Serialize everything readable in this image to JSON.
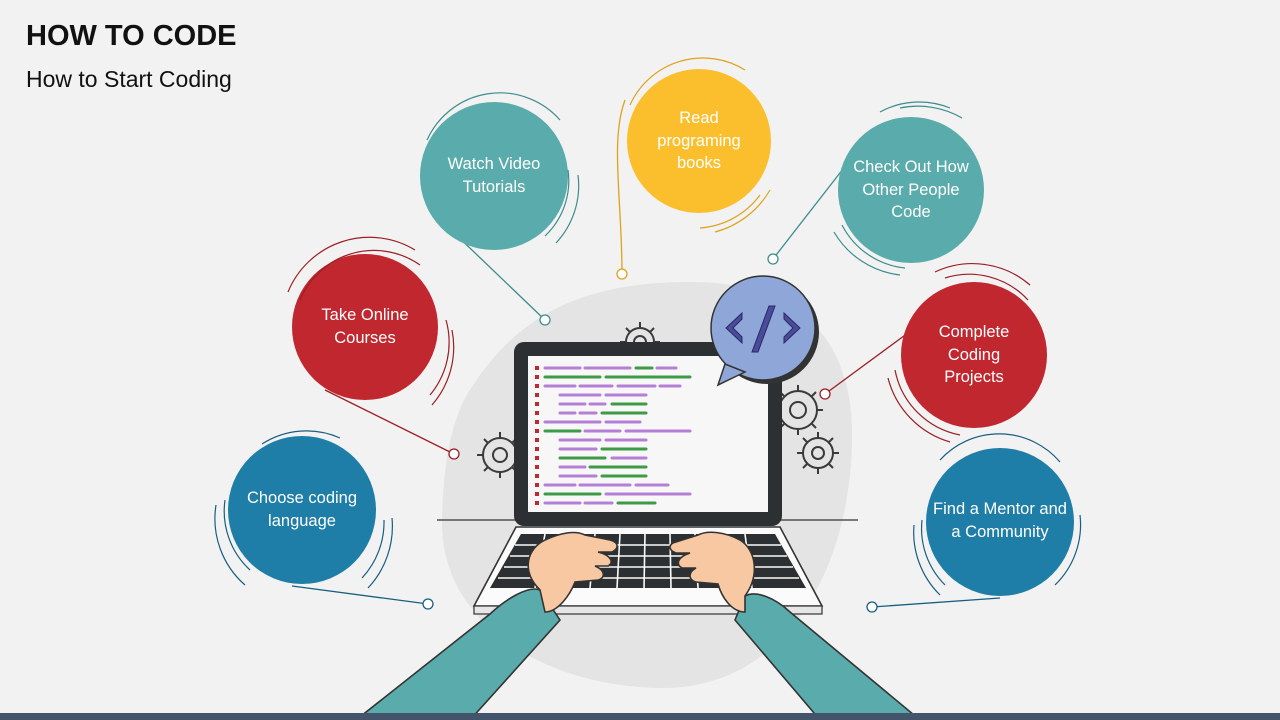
{
  "header": {
    "title": "HOW TO CODE",
    "subtitle": "How to Start Coding"
  },
  "steps": [
    {
      "label": "Watch Video Tutorials",
      "color": "#5aabab"
    },
    {
      "label": "Read programing books",
      "color": "#fbbf2e"
    },
    {
      "label": "Check Out How Other People Code",
      "color": "#5aabab"
    },
    {
      "label": "Take Online Courses",
      "color": "#c0272f"
    },
    {
      "label": "Complete Coding Projects",
      "color": "#c0272f"
    },
    {
      "label": "Choose coding language",
      "color": "#1e7ea7"
    },
    {
      "label": "Find a Mentor and a Community",
      "color": "#1e7ea7"
    }
  ],
  "code_bubble": {
    "symbol": "</>",
    "color": "#8fa6d8"
  },
  "icons": [
    "laptop-icon",
    "gear-icon",
    "code-bubble-icon",
    "hands-icon"
  ]
}
